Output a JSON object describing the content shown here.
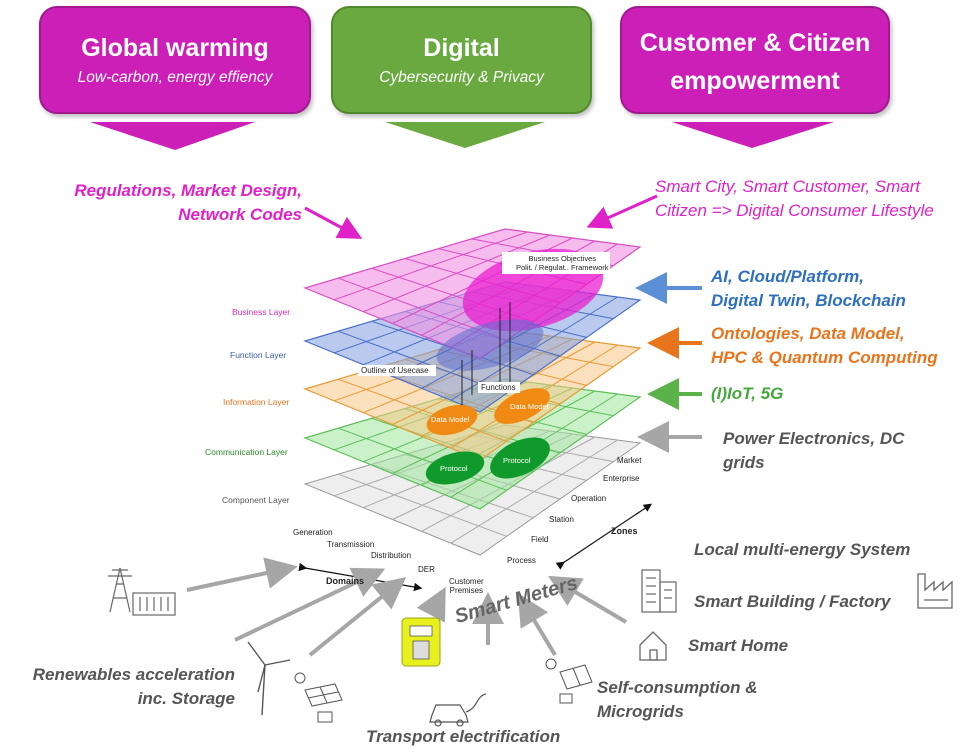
{
  "banners": [
    {
      "title": "Global warming",
      "subtitle": "Low-carbon, energy effiency",
      "color": "#cc1fb7"
    },
    {
      "title": "Digital",
      "subtitle": "Cybersecurity & Privacy",
      "color": "#6aa93f"
    },
    {
      "title_line1": "Customer & Citizen",
      "title_line2": "empowerment",
      "color": "#cc1fb7"
    }
  ],
  "left_labels": {
    "regulations_line1": "Regulations, Market Design,",
    "regulations_line2": "Network Codes"
  },
  "right_labels": {
    "smart_city_line1": "Smart City, Smart Customer, Smart",
    "smart_city_line2": "Citizen => Digital Consumer Lifestyle",
    "ai_line1": "AI, Cloud/Platform,",
    "ai_line2": "Digital Twin, Blockchain",
    "ontologies_line1": "Ontologies, Data Model,",
    "ontologies_line2": "HPC & Quantum Computing",
    "iot": "(I)IoT, 5G",
    "power_line1": "Power Electronics, DC",
    "power_line2": "grids"
  },
  "layers": {
    "business": "Business Layer",
    "function": "Function Layer",
    "information": "Information Layer",
    "communication": "Communication Layer",
    "component": "Component Layer"
  },
  "model_labels": {
    "business_objectives": "Business Objectives",
    "polit_regulat": "Polit. / Regulat.. Framework",
    "outline_usecase": "Outline of Usecase",
    "functions": "Functions",
    "data_model_1": "Data Model",
    "data_model_2": "Data Model",
    "protocol_1": "Protocol",
    "protocol_2": "Protocol"
  },
  "zones": {
    "title": "Zones",
    "items": [
      "Market",
      "Enterprise",
      "Operation",
      "Station",
      "Field",
      "Process"
    ]
  },
  "domains": {
    "title": "Domains",
    "items": [
      "Generation",
      "Transmission",
      "Distribution",
      "DER",
      "Customer",
      "Premises"
    ]
  },
  "bottom": {
    "smart_meters": "Smart Meters",
    "local_multi_energy": "Local multi-energy System",
    "smart_building": "Smart Building / Factory",
    "smart_home": "Smart Home",
    "self_consumption_line1": "Self-consumption &",
    "self_consumption_line2": "Microgrids",
    "transport": "Transport electrification",
    "renewables_line1": "Renewables acceleration",
    "renewables_line2": "inc. Storage"
  },
  "colors": {
    "magenta": "#e020c8",
    "banner_magenta": "#cc1fb7",
    "banner_green": "#6aa93f",
    "blue": "#2e6fc0",
    "orange": "#e8741c",
    "green": "#46a83a",
    "gray": "#555555"
  }
}
